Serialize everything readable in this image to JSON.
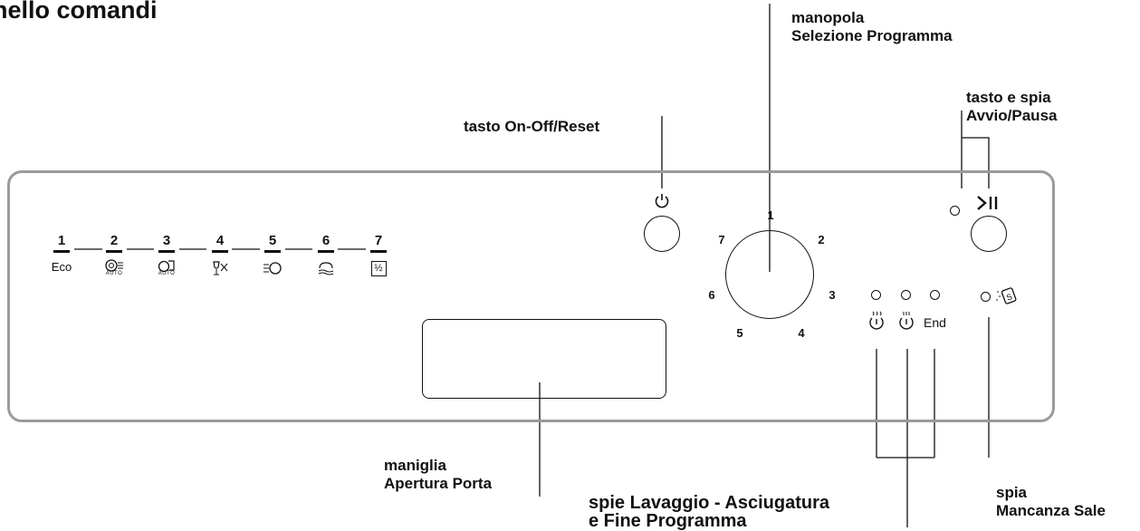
{
  "title": "nello comandi",
  "labels": {
    "knob": [
      "manopola",
      "Selezione Programma"
    ],
    "power": "tasto On-Off/Reset",
    "start": [
      "tasto e spia",
      "Avvio/Pausa"
    ],
    "handle": [
      "maniglia",
      "Apertura Porta"
    ],
    "wash_lights": [
      "spie Lavaggio - Asciugatura",
      "e Fine Programma"
    ],
    "salt": [
      "spia",
      "Mancanza Sale"
    ]
  },
  "programs": [
    {
      "num": "1",
      "text": "Eco",
      "icon": "eco-text"
    },
    {
      "num": "2",
      "sub": "AUTO",
      "icon": "auto-intensive-icon"
    },
    {
      "num": "3",
      "sub": "AUTO",
      "icon": "auto-normal-icon"
    },
    {
      "num": "4",
      "icon": "glass-icon"
    },
    {
      "num": "5",
      "icon": "quick-wash-icon"
    },
    {
      "num": "6",
      "icon": "soak-icon"
    },
    {
      "num": "7",
      "text": "½",
      "icon": "half-load-icon"
    }
  ],
  "dial_numbers": [
    "1",
    "2",
    "3",
    "4",
    "5",
    "6",
    "7"
  ],
  "indicator_end": "End",
  "colors": {
    "panel_border": "#9a9a9a",
    "line": "#111111"
  }
}
